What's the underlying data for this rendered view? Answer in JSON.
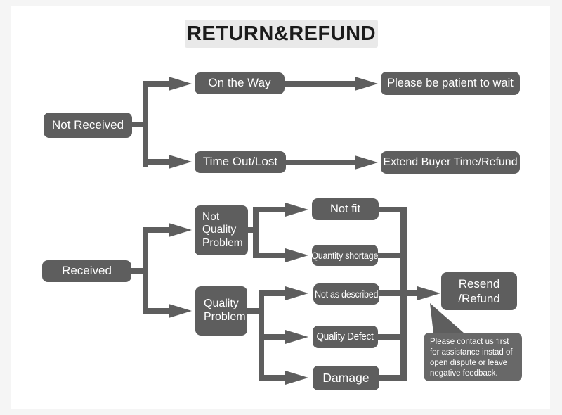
{
  "title": "RETURN&REFUND",
  "colors": {
    "node": "#5e5e5e",
    "node_text": "#ffffff",
    "bubble": "#686868",
    "title_bg": "#e9e9e9",
    "title_text": "#1b1b1b",
    "frame": "#f5f5f5",
    "canvas": "#ffffff"
  },
  "nodes": {
    "not_received": "Not Received",
    "on_the_way": "On the Way",
    "please_wait": "Please be patient to wait",
    "time_out_lost": "Time Out/Lost",
    "extend_refund": "Extend Buyer Time/Refund",
    "received": "Received",
    "not_quality_problem": "Not\nQuality\nProblem",
    "quality_problem": "Quality\nProblem",
    "not_fit": "Not fit",
    "quantity_shortage": "Quantity shortage",
    "not_as_described": "Not as described",
    "quality_defect": "Quality Defect",
    "damage": "Damage",
    "resend_refund": "Resend\n/Refund"
  },
  "note": {
    "text": "Please contact us first\nfor assistance instad of\nopen dispute or leave\nnegative feedback."
  }
}
